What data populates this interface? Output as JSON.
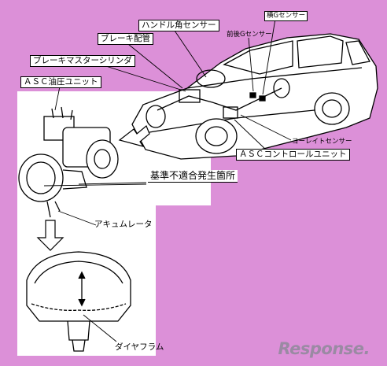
{
  "colors": {
    "background_pink": "#dc90d8",
    "panel_white": "#ffffff",
    "line": "#000000",
    "watermark": "#9a8aa3"
  },
  "labels": {
    "steering_sensor": "ハンドル角センサー",
    "brake_pipe": "ブレーキ配管",
    "lateral_g": "横Gセンサー",
    "longitudinal_g": "前後Gセンサー",
    "master_cylinder": "ブレーキマスターシリンダ",
    "asc_hydraulic_unit": "ＡＳＣ油圧ユニット",
    "yaw_rate_sensor": "ヨーレイトセンサー",
    "asc_control_unit": "ＡＳＣコントロールユニット",
    "nonconformity_location": "基準不適合発生箇所",
    "accumulator": "アキュムレータ",
    "diaphragm": "ダイヤフラム"
  },
  "watermark": {
    "text": "Response."
  }
}
